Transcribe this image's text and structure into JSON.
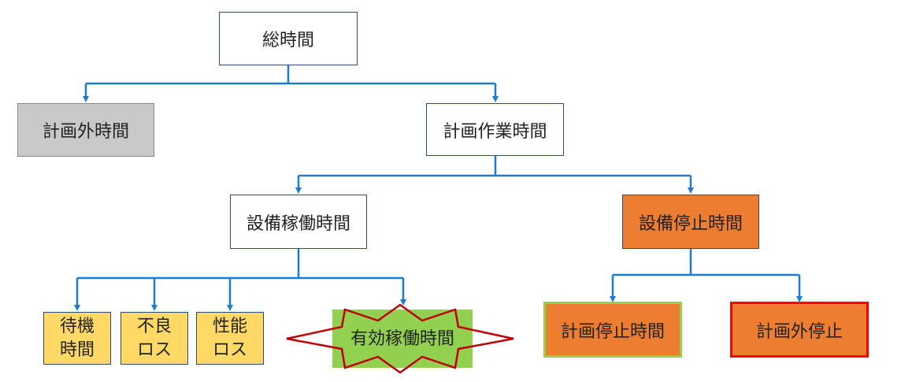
{
  "nodes": {
    "total_time": "総時間",
    "unplanned_time": "計画外時間",
    "planned_operation_time": "計画作業時間",
    "equipment_operating_time": "設備稼働時間",
    "equipment_stop_time": "設備停止時間",
    "waiting_loss": [
      "待機",
      "時間"
    ],
    "defect_loss": [
      "不良",
      "ロス"
    ],
    "performance_loss": [
      "性能",
      "ロス"
    ],
    "effective_operating_time": "有効稼働時間",
    "planned_stop_time": "計画停止時間",
    "unplanned_stop": "計画外停止"
  },
  "colors": {
    "connector": "#1E7BD0",
    "white_box_border": "#2E4A7A",
    "grey_fill": "#C9C9C9",
    "orange_fill": "#ED7D31",
    "yellow_fill": "#FFD966",
    "green_fill": "#92D050",
    "star_outline": "#C00000",
    "red_border": "#FF0000"
  }
}
